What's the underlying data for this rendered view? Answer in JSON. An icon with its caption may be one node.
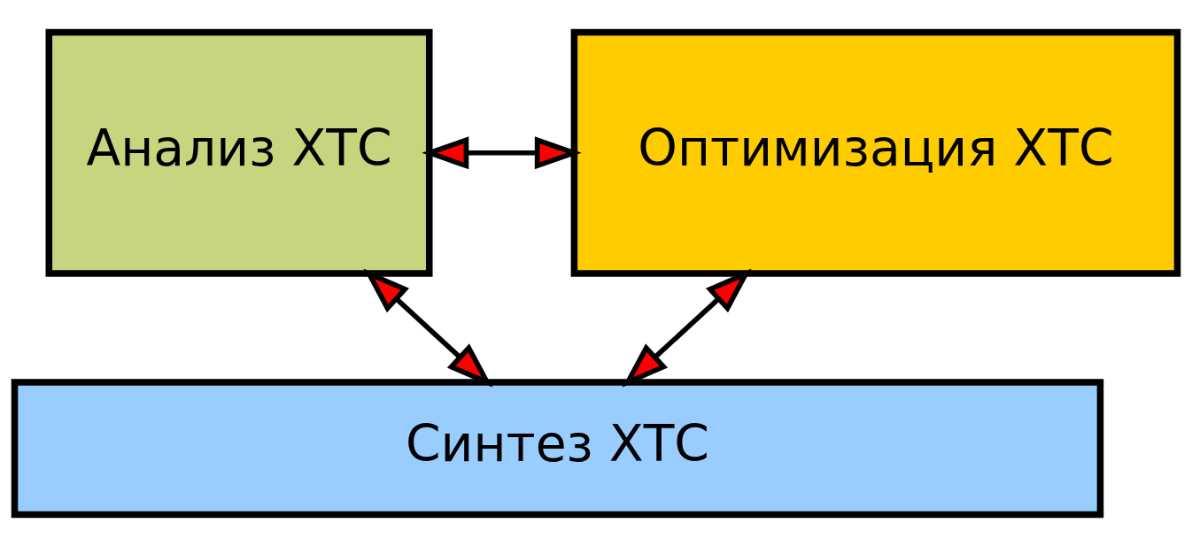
{
  "diagram": {
    "nodes": [
      {
        "text": [
          "Синтез ХТС"
        ]
      },
      {
        "text": [
          "Анализ ХТС"
        ]
      },
      {
        "text": [
          "Оптимизация ХТС"
        ]
      }
    ],
    "edges": [
      {
        "from": 1,
        "to": 0,
        "arrow": "both"
      },
      {
        "from": 2,
        "to": 0,
        "arrow": "both"
      },
      {
        "from": 1,
        "to": 2,
        "arrow": "both"
      }
    ]
  }
}
